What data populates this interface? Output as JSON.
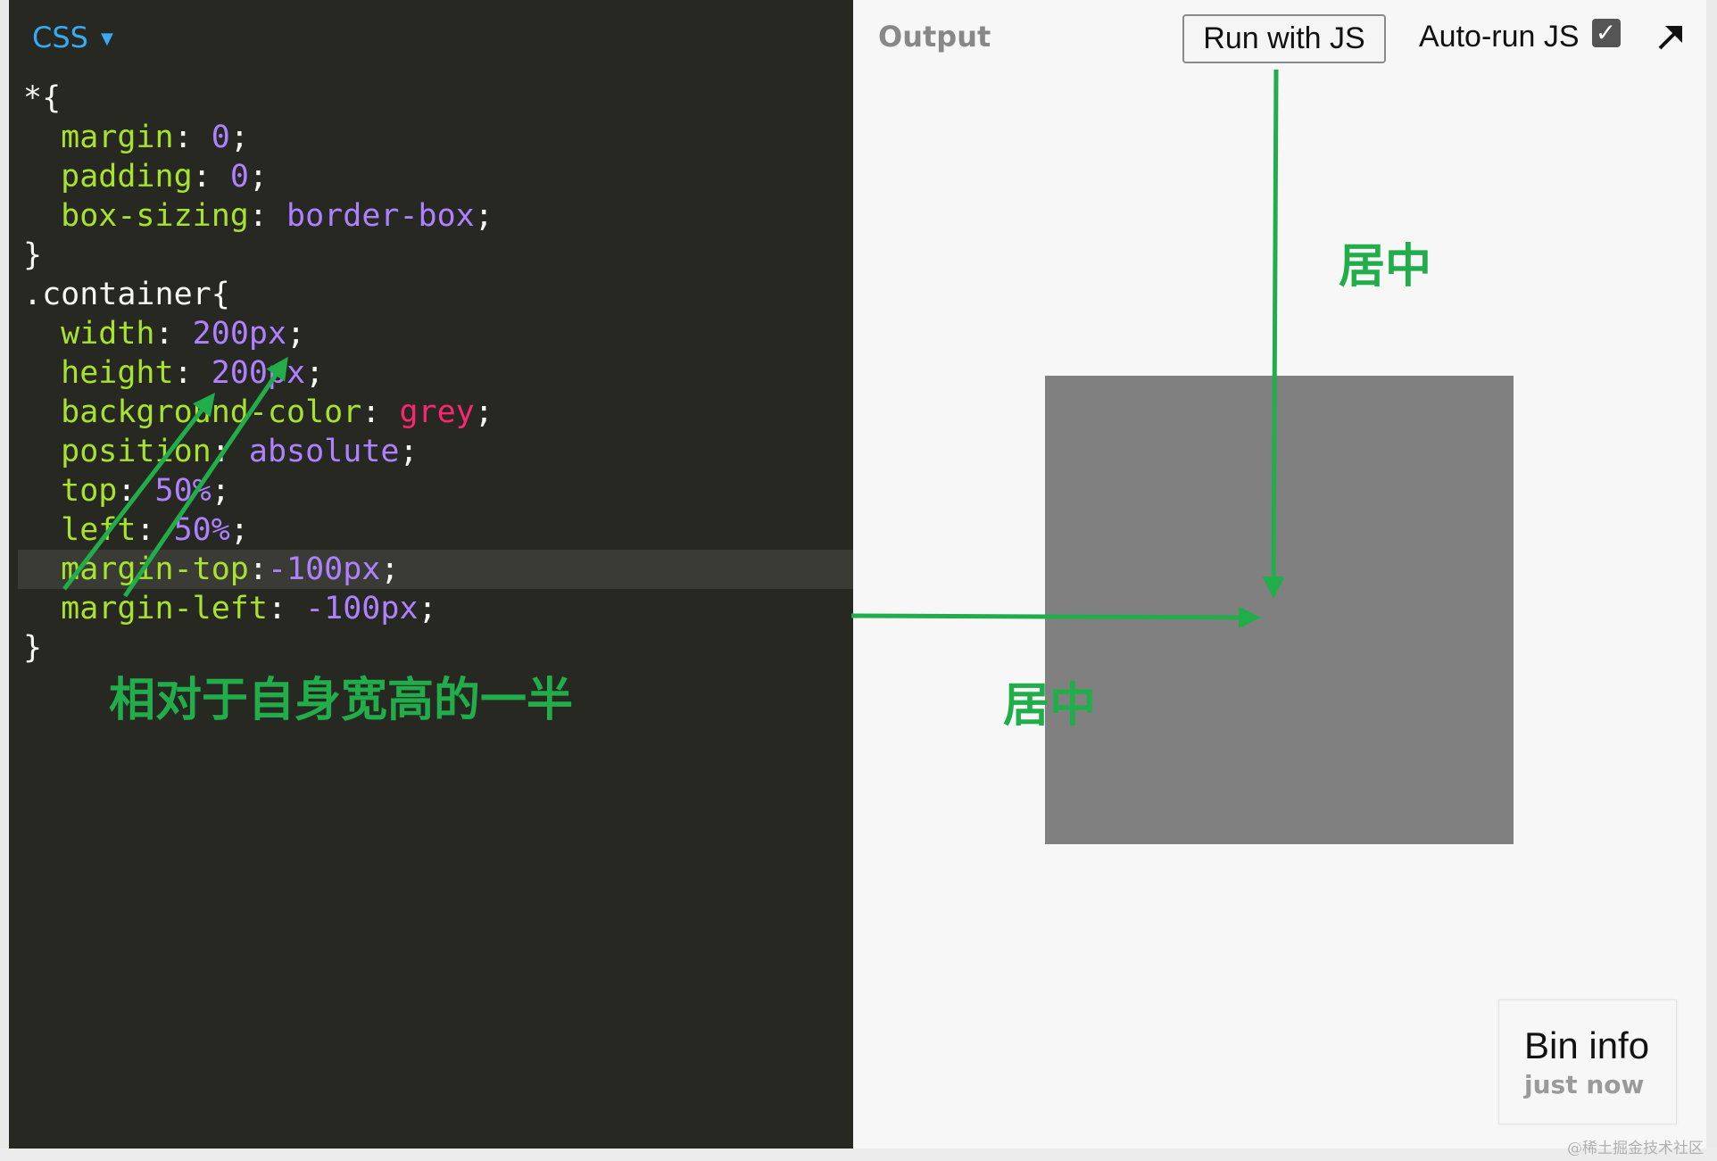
{
  "editor": {
    "language_label": "CSS",
    "code_lines": [
      [
        {
          "t": "*{",
          "c": "punc"
        }
      ],
      [
        {
          "t": "  margin",
          "c": "prop"
        },
        {
          "t": ": ",
          "c": "punc"
        },
        {
          "t": "0",
          "c": "num"
        },
        {
          "t": ";",
          "c": "punc"
        }
      ],
      [
        {
          "t": "  padding",
          "c": "prop"
        },
        {
          "t": ": ",
          "c": "punc"
        },
        {
          "t": "0",
          "c": "num"
        },
        {
          "t": ";",
          "c": "punc"
        }
      ],
      [
        {
          "t": "  box-sizing",
          "c": "prop"
        },
        {
          "t": ": ",
          "c": "punc"
        },
        {
          "t": "border-box",
          "c": "kw"
        },
        {
          "t": ";",
          "c": "punc"
        }
      ],
      [
        {
          "t": "}",
          "c": "punc"
        }
      ],
      [
        {
          "t": ".container{",
          "c": "punc"
        }
      ],
      [
        {
          "t": "  width",
          "c": "prop"
        },
        {
          "t": ": ",
          "c": "punc"
        },
        {
          "t": "200px",
          "c": "num"
        },
        {
          "t": ";",
          "c": "punc"
        }
      ],
      [
        {
          "t": "  height",
          "c": "prop"
        },
        {
          "t": ": ",
          "c": "punc"
        },
        {
          "t": "200px",
          "c": "num"
        },
        {
          "t": ";",
          "c": "punc"
        }
      ],
      [
        {
          "t": "  background-color",
          "c": "prop"
        },
        {
          "t": ": ",
          "c": "punc"
        },
        {
          "t": "grey",
          "c": "str"
        },
        {
          "t": ";",
          "c": "punc"
        }
      ],
      [
        {
          "t": "  position",
          "c": "prop"
        },
        {
          "t": ": ",
          "c": "punc"
        },
        {
          "t": "absolute",
          "c": "kw"
        },
        {
          "t": ";",
          "c": "punc"
        }
      ],
      [
        {
          "t": "  top",
          "c": "prop"
        },
        {
          "t": ": ",
          "c": "punc"
        },
        {
          "t": "50%",
          "c": "num"
        },
        {
          "t": ";",
          "c": "punc"
        }
      ],
      [
        {
          "t": "  left",
          "c": "prop"
        },
        {
          "t": ": ",
          "c": "punc"
        },
        {
          "t": "50%",
          "c": "num"
        },
        {
          "t": ";",
          "c": "punc"
        }
      ],
      [
        {
          "t": "  margin-top",
          "c": "prop"
        },
        {
          "t": ":",
          "c": "punc"
        },
        {
          "t": "-100px",
          "c": "num"
        },
        {
          "t": ";",
          "c": "punc"
        }
      ],
      [
        {
          "t": "  margin-left",
          "c": "prop"
        },
        {
          "t": ": ",
          "c": "punc"
        },
        {
          "t": "-100px",
          "c": "num"
        },
        {
          "t": ";",
          "c": "punc"
        }
      ],
      [
        {
          "t": "}",
          "c": "punc"
        }
      ]
    ],
    "active_line_index": 12,
    "annotation": "相对于自身宽高的一半"
  },
  "output": {
    "title": "Output",
    "run_button_label": "Run with JS",
    "autorun_label": "Auto-run JS",
    "autorun_checked": true,
    "popout_icon": "arrow-up-right-icon",
    "annotation_top": "居中",
    "annotation_left": "居中",
    "preview_box_color": "#808080",
    "bin_info": {
      "title": "Bin info",
      "subtitle": "just now"
    }
  },
  "watermark": "@稀土掘金技术社区",
  "colors": {
    "editor_bg": "#272822",
    "property": "#a6e22e",
    "number": "#ae81ff",
    "string": "#f92672",
    "annotation_green": "#22ad4b",
    "header_blue": "#39a9f2"
  }
}
